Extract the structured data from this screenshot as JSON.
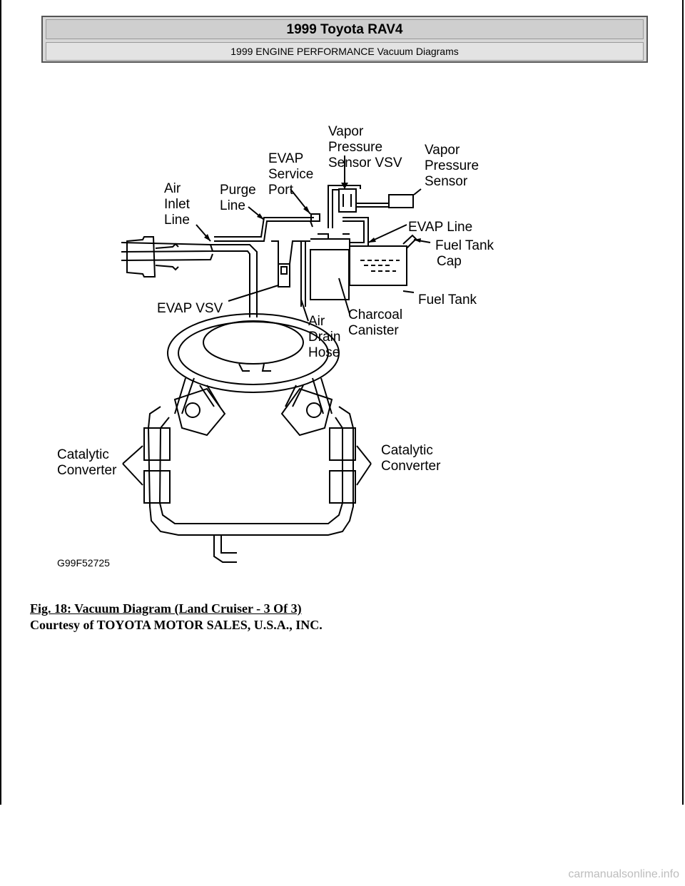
{
  "header": {
    "title": "1999 Toyota RAV4",
    "subtitle": "1999 ENGINE PERFORMANCE Vacuum Diagrams"
  },
  "diagram": {
    "labels": {
      "air_inlet": [
        "Air",
        "Inlet",
        "Line"
      ],
      "purge": [
        "Purge",
        "Line"
      ],
      "evap_service": [
        "EVAP",
        "Service",
        "Port"
      ],
      "vapor_vsv": [
        "Vapor",
        "Pressure",
        "Sensor VSV"
      ],
      "vapor_sensor": [
        "Vapor",
        "Pressure",
        "Sensor"
      ],
      "evap_line": "EVAP Line",
      "fuel_cap": [
        "Fuel Tank",
        "Cap"
      ],
      "fuel_tank": "Fuel Tank",
      "evap_vsv": "EVAP VSV",
      "air_drain": [
        "Air",
        "Drain",
        "Hose"
      ],
      "canister": [
        "Charcoal",
        "Canister"
      ],
      "cat_left": [
        "Catalytic",
        "Converter"
      ],
      "cat_right": [
        "Catalytic",
        "Converter"
      ]
    },
    "code": "G99F52725"
  },
  "caption": "Fig. 18: Vacuum Diagram (Land Cruiser - 3 Of 3)",
  "courtesy": "Courtesy of TOYOTA MOTOR SALES, U.S.A., INC.",
  "watermark": "carmanualsonline.info"
}
